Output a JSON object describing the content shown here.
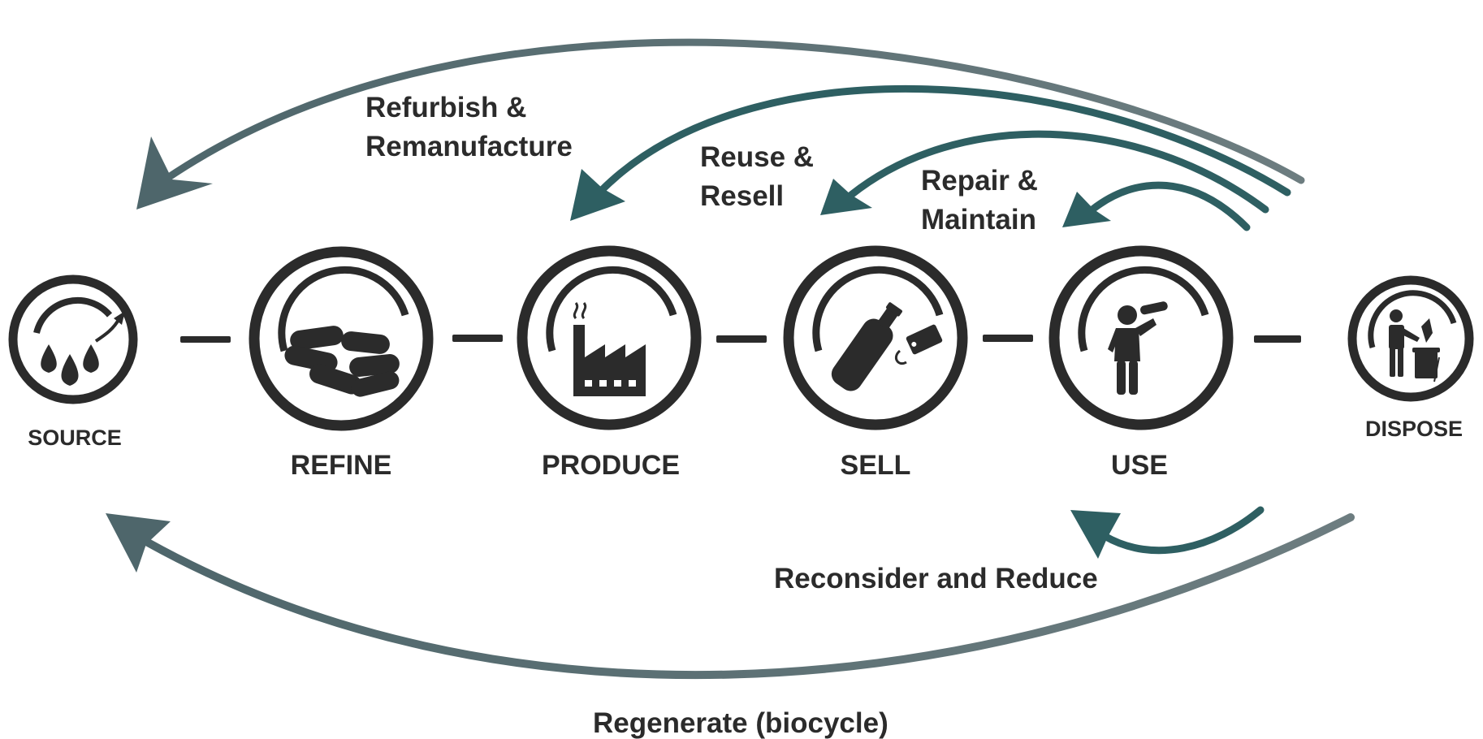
{
  "stages": {
    "source": "SOURCE",
    "refine": "REFINE",
    "produce": "PRODUCE",
    "sell": "SELL",
    "use": "USE",
    "dispose": "DISPOSE"
  },
  "loops": {
    "refurbish": [
      "Refurbish &",
      "Remanufacture"
    ],
    "reuse": [
      "Reuse &",
      "Resell"
    ],
    "repair": [
      "Repair &",
      "Maintain"
    ],
    "reconsider": "Reconsider and Reduce",
    "regenerate": "Regenerate (biocycle)"
  },
  "colors": {
    "ink": "#2b2b2b",
    "outer_arrow": "#5a6e72",
    "inner_arrow": "#2e5f62"
  },
  "icons": {
    "source": "water-drops-icon",
    "refine": "logs-icon",
    "produce": "factory-icon",
    "sell": "bottle-tag-icon",
    "use": "person-drinking-icon",
    "dispose": "person-trash-icon"
  }
}
